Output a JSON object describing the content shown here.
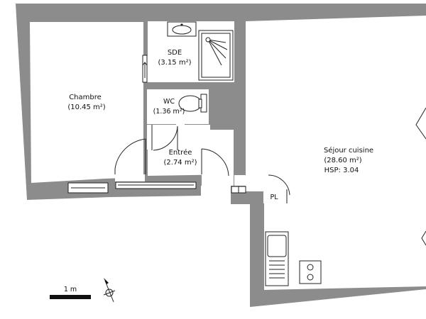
{
  "rooms": {
    "chambre": {
      "name": "Chambre",
      "area": "(10.45 m²)"
    },
    "sde": {
      "name": "SDE",
      "area": "(3.15 m²)"
    },
    "wc": {
      "name": "WC",
      "area": "(1.36 m²)"
    },
    "entree": {
      "name": "Entrée",
      "area": "(2.74 m²)"
    },
    "sejour": {
      "name": "Séjour cuisine",
      "area": "(28.60 m²)",
      "height": "HSP: 3.04"
    },
    "placard": {
      "name": "PL"
    }
  },
  "scale": {
    "label": "1 m"
  },
  "icons": [
    "compass-icon",
    "sink-icon",
    "shower-icon",
    "toilet-icon",
    "stove-icon",
    "kitchen-sink-icon"
  ]
}
